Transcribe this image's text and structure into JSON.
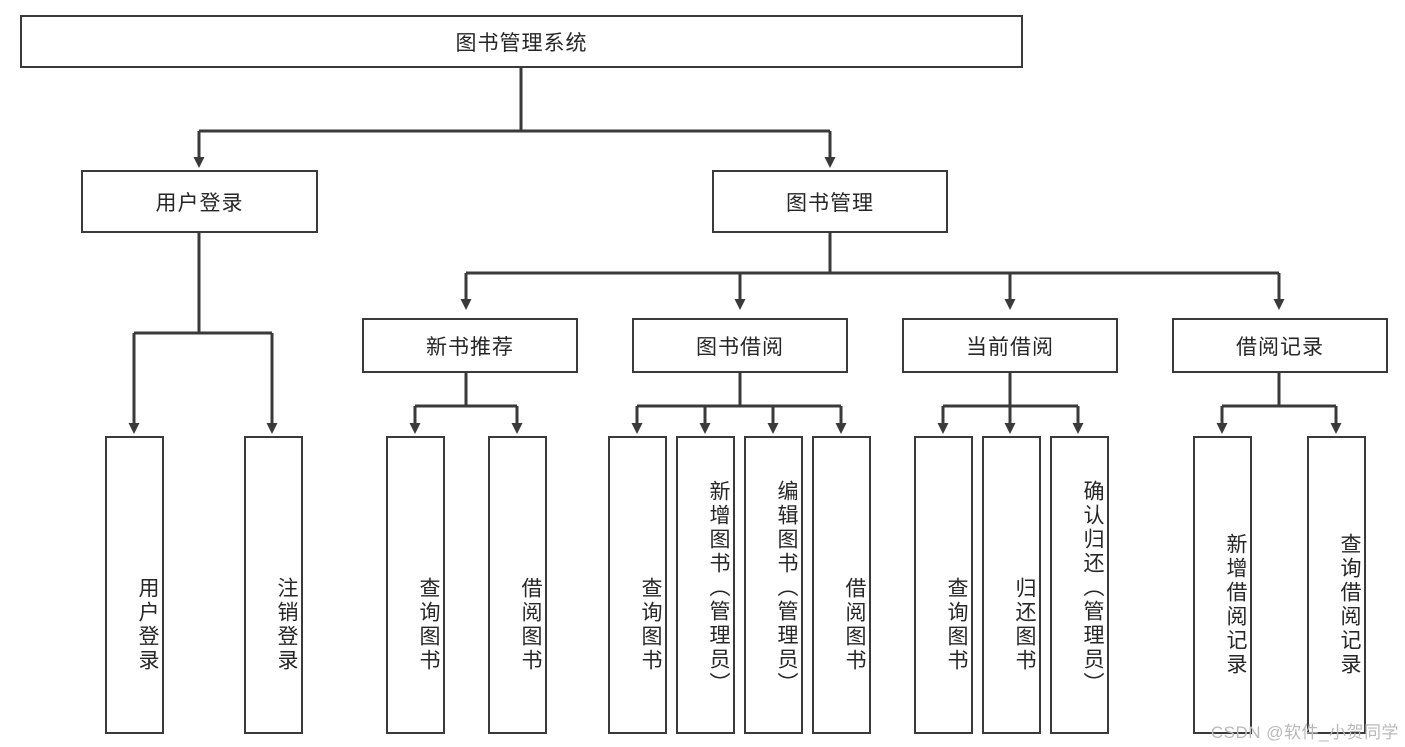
{
  "diagram": {
    "type": "tree",
    "title": "图书管理系统",
    "root": {
      "id": "root",
      "label": "图书管理系统"
    },
    "level1": [
      {
        "id": "user-login",
        "label": "用户登录"
      },
      {
        "id": "book-manage",
        "label": "图书管理"
      }
    ],
    "level2": [
      {
        "id": "new-book-recommend",
        "label": "新书推荐",
        "parent": "book-manage"
      },
      {
        "id": "book-borrow",
        "label": "图书借阅",
        "parent": "book-manage"
      },
      {
        "id": "current-borrow",
        "label": "当前借阅",
        "parent": "book-manage"
      },
      {
        "id": "borrow-record",
        "label": "借阅记录",
        "parent": "book-manage"
      }
    ],
    "leaves": [
      {
        "id": "leaf-user-login",
        "label": "用户登录",
        "parent": "user-login"
      },
      {
        "id": "leaf-logout-login",
        "label": "注销登录",
        "parent": "user-login"
      },
      {
        "id": "leaf-query-book-1",
        "label": "查询图书",
        "parent": "new-book-recommend"
      },
      {
        "id": "leaf-borrow-book-1",
        "label": "借阅图书",
        "parent": "new-book-recommend"
      },
      {
        "id": "leaf-query-book-2",
        "label": "查询图书",
        "parent": "book-borrow"
      },
      {
        "id": "leaf-add-book",
        "label": "新增图书（管理员）",
        "parent": "book-borrow"
      },
      {
        "id": "leaf-edit-book",
        "label": "编辑图书（管理员）",
        "parent": "book-borrow"
      },
      {
        "id": "leaf-borrow-book-2",
        "label": "借阅图书",
        "parent": "book-borrow"
      },
      {
        "id": "leaf-query-book-3",
        "label": "查询图书",
        "parent": "current-borrow"
      },
      {
        "id": "leaf-return-book",
        "label": "归还图书",
        "parent": "current-borrow"
      },
      {
        "id": "leaf-confirm-return",
        "label": "确认归还（管理员）",
        "parent": "current-borrow"
      },
      {
        "id": "leaf-add-record",
        "label": "新增借阅记录",
        "parent": "borrow-record"
      },
      {
        "id": "leaf-query-record",
        "label": "查询借阅记录",
        "parent": "borrow-record"
      }
    ],
    "colors": {
      "box_border": "#3a3a3a",
      "box_fill": "#ffffff",
      "connector": "#3a3a3a",
      "text": "#262626",
      "watermark": "#b9b9b9"
    }
  },
  "watermark": {
    "text": "CSDN @软件_小贺同学"
  }
}
